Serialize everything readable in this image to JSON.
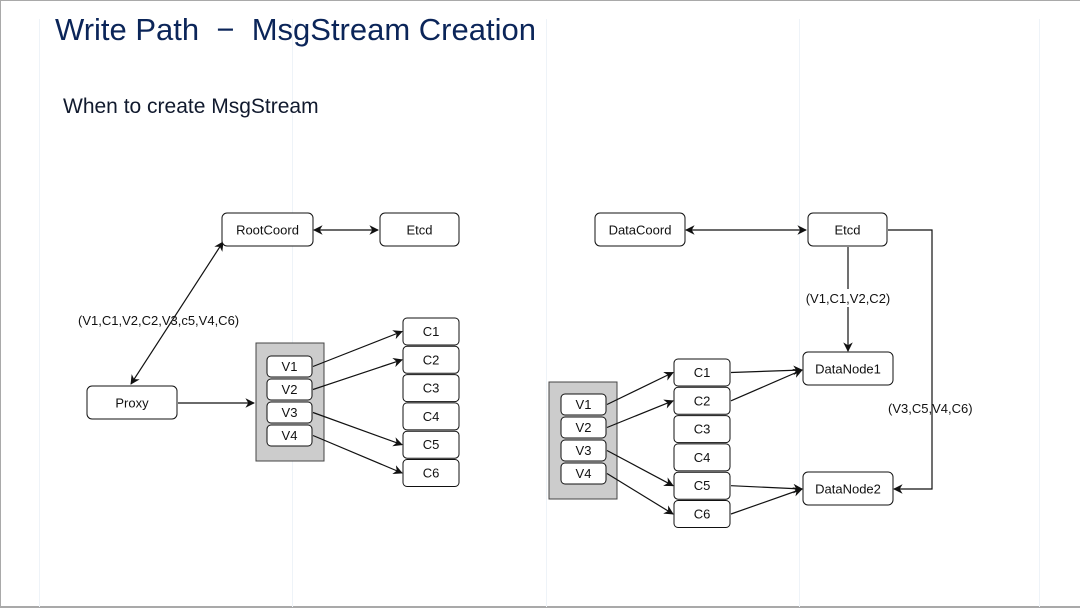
{
  "slide": {
    "title": "Write Path  −  MsgStream Creation",
    "subtitle": "When to create MsgStream"
  },
  "left_diagram": {
    "nodes": {
      "root_coord": "RootCoord",
      "etcd": "Etcd",
      "proxy": "Proxy"
    },
    "vchannels": [
      "V1",
      "V2",
      "V3",
      "V4"
    ],
    "channels": [
      "C1",
      "C2",
      "C3",
      "C4",
      "C5",
      "C6"
    ],
    "edge_label": "(V1,C1,V2,C2,V3,c5,V4,C6)",
    "mappings": [
      {
        "from": "V1",
        "to": "C1"
      },
      {
        "from": "V2",
        "to": "C2"
      },
      {
        "from": "V3",
        "to": "C5"
      },
      {
        "from": "V4",
        "to": "C6"
      }
    ]
  },
  "right_diagram": {
    "nodes": {
      "data_coord": "DataCoord",
      "etcd": "Etcd",
      "data_node_1": "DataNode1",
      "data_node_2": "DataNode2"
    },
    "vchannels": [
      "V1",
      "V2",
      "V3",
      "V4"
    ],
    "channels": [
      "C1",
      "C2",
      "C3",
      "C4",
      "C5",
      "C6"
    ],
    "edge_label_node1": "(V1,C1,V2,C2)",
    "edge_label_node2": "(V3,C5,V4,C6)",
    "mappings": [
      {
        "from": "V1",
        "to": "C1"
      },
      {
        "from": "V2",
        "to": "C2"
      },
      {
        "from": "V3",
        "to": "C5"
      },
      {
        "from": "V4",
        "to": "C6"
      }
    ],
    "consumers": [
      {
        "from": "C1",
        "to": "DataNode1"
      },
      {
        "from": "C2",
        "to": "DataNode1"
      },
      {
        "from": "C5",
        "to": "DataNode2"
      },
      {
        "from": "C6",
        "to": "DataNode2"
      }
    ]
  }
}
